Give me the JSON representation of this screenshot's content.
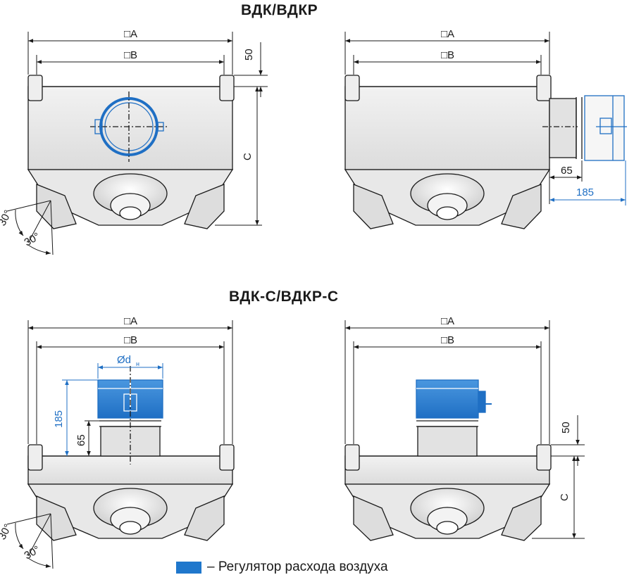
{
  "titles": {
    "top": "ВДК/ВДКР",
    "bottom": "ВДК-С/ВДКР-С"
  },
  "dimensions": {
    "A": "□A",
    "B": "□B",
    "C": "C",
    "d50": "50",
    "d65": "65",
    "d185": "185",
    "angle": "30°",
    "dn_symbol": "Ød",
    "dn_sub": "н"
  },
  "legend": {
    "text": "– Регулятор расхода воздуха",
    "color": "#1f77cc"
  },
  "colors": {
    "line": "#1a1a1a",
    "accent": "#1f6fc4",
    "body": "#e4e4e4"
  }
}
